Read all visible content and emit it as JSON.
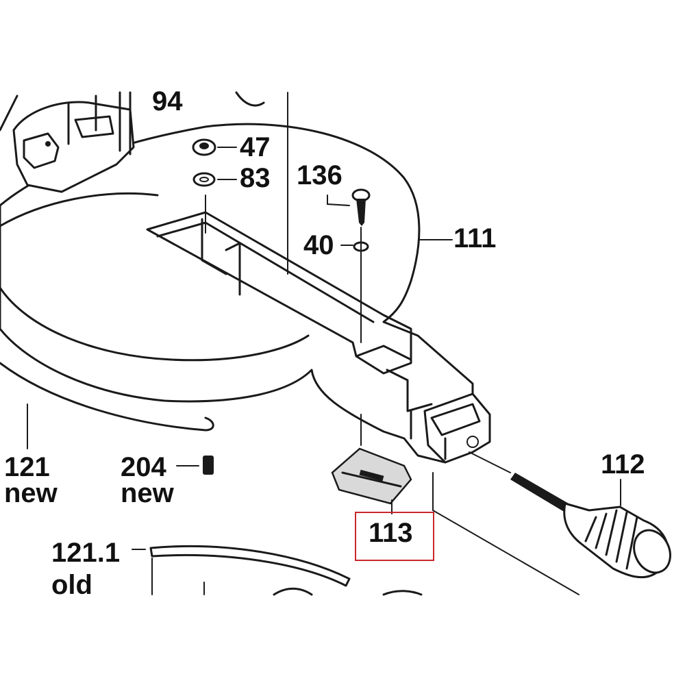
{
  "labels": {
    "p94": "94",
    "p47": "47",
    "p83": "83",
    "p136": "136",
    "p40": "40",
    "p111": "111",
    "p112": "112",
    "p113": "113",
    "p121": "121",
    "p121_note": "new",
    "p204": "204",
    "p204_note": "new",
    "p121_1": "121.1",
    "p121_1_note": "old"
  },
  "colors": {
    "line": "#1a1a1a",
    "highlight": "#c8262b",
    "background": "#ffffff"
  }
}
